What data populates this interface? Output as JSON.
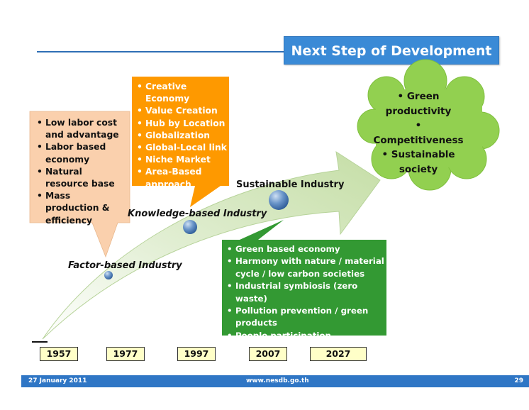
{
  "header": {
    "title": "Next Step of Development"
  },
  "factor_box": {
    "items": [
      "Low labor cost and advantage",
      "Labor based economy",
      "Natural resource base",
      "Mass production & efficiency"
    ]
  },
  "knowledge_box": {
    "items": [
      "Creative Economy",
      "Value Creation",
      "Hub by Location",
      "Globalization",
      "Global-Local link",
      "Niche Market",
      "Area-Based approach"
    ]
  },
  "sustainable_box": {
    "items": [
      "Green based economy",
      "Harmony with nature / material cycle / low carbon societies",
      " Industrial symbiosis (zero waste)",
      "Pollution prevention / green products",
      "People participation"
    ]
  },
  "cloud": {
    "items": [
      "Green productivity",
      "Competitiveness",
      "Sustainable society"
    ]
  },
  "stages": {
    "factor": "Factor-based Industry",
    "knowledge": "Knowledge-based Industry",
    "sustainable": "Sustainable Industry"
  },
  "timeline": {
    "years": [
      "1957",
      "1977",
      "1997",
      "2007",
      "2027"
    ]
  },
  "footer": {
    "date": "27 January 2011",
    "url": "www.nesdb.go.th",
    "page": "29"
  },
  "colors": {
    "title_bg": "#3a8ad6",
    "tan": "#fad0ad",
    "orange": "#fe9900",
    "green_box": "#339933",
    "cloud": "#92d050",
    "arrow": "#cfe3b4",
    "year_bg": "#ffffc8"
  }
}
